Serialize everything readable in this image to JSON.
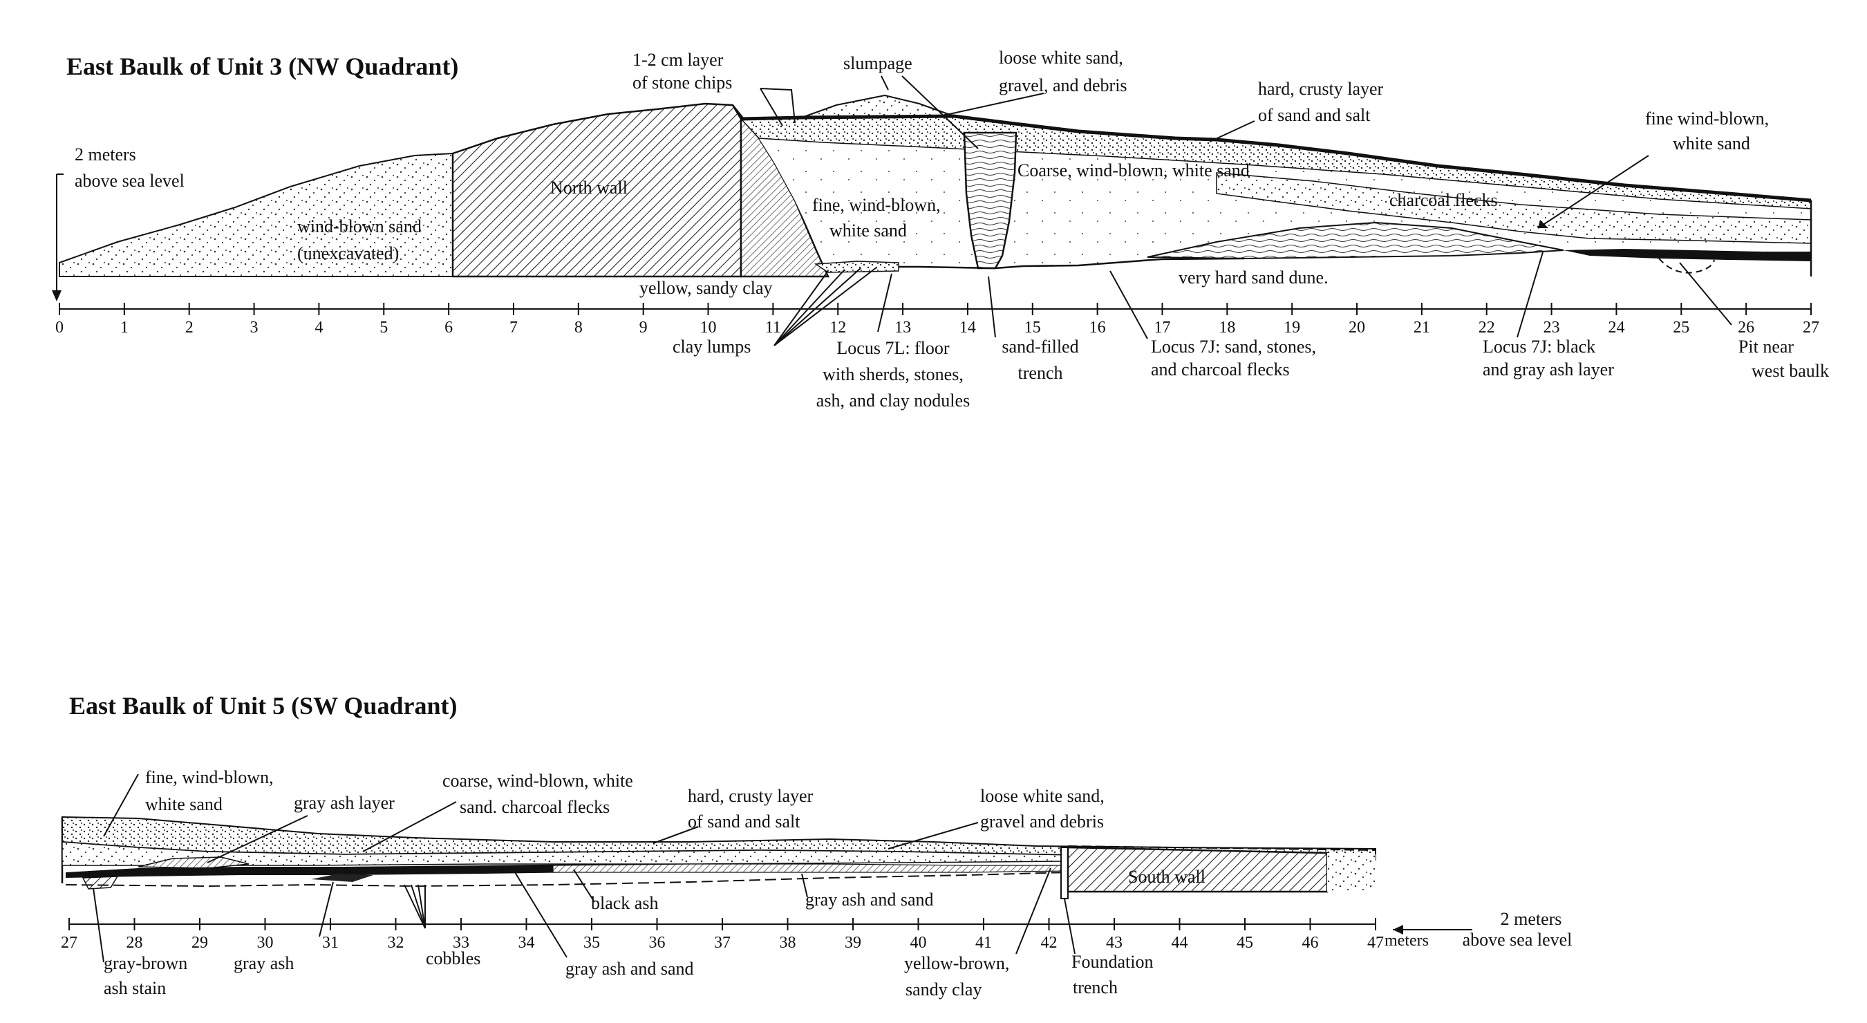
{
  "top_section": {
    "title": "East Baulk of Unit 3 (NW Quadrant)",
    "elevation_label": [
      "2 meters",
      "above sea level"
    ],
    "scale_ticks": [
      "0",
      "1",
      "2",
      "3",
      "4",
      "5",
      "6",
      "7",
      "8",
      "9",
      "10",
      "11",
      "12",
      "13",
      "14",
      "15",
      "16",
      "17",
      "18",
      "19",
      "20",
      "21",
      "22",
      "23",
      "24",
      "25",
      "26",
      "27"
    ],
    "labels": {
      "stone_chips": [
        "1-2 cm layer",
        "of stone chips"
      ],
      "slumpage": [
        "slumpage"
      ],
      "loose_sand": [
        "loose white sand,",
        "gravel, and debris"
      ],
      "crusty_layer": [
        "hard, crusty layer",
        "of sand and salt"
      ],
      "fine_sand_right": [
        "fine wind-blown,",
        "white sand"
      ],
      "north_wall": [
        "North wall"
      ],
      "coarse_sand": [
        "Coarse, wind-blown, white sand"
      ],
      "charcoal_flecks": [
        "charcoal flecks"
      ],
      "fine_sand_mid": [
        "fine, wind-blown,",
        "white sand"
      ],
      "wind_blown_sand": [
        "wind-blown sand",
        "(unexcavated)"
      ],
      "yellow_clay": [
        "yellow, sandy clay"
      ],
      "sand_dune": [
        "very hard sand dune."
      ],
      "clay_lumps": [
        "clay lumps"
      ],
      "locus_7l": [
        "Locus 7L: floor",
        "with sherds, stones,",
        "ash, and clay nodules"
      ],
      "sand_trench": [
        "sand-filled",
        "trench"
      ],
      "locus_7j_sand": [
        "Locus 7J: sand, stones,",
        "and charcoal flecks"
      ],
      "locus_7j_ash": [
        "Locus 7J: black",
        "and gray ash layer"
      ],
      "pit": [
        "Pit near",
        "west baulk"
      ]
    }
  },
  "bottom_section": {
    "title": "East Baulk of Unit 5 (SW Quadrant)",
    "scale_ticks": [
      "27",
      "28",
      "29",
      "30",
      "31",
      "32",
      "33",
      "34",
      "35",
      "36",
      "37",
      "38",
      "39",
      "40",
      "41",
      "42",
      "43",
      "44",
      "45",
      "46",
      "47"
    ],
    "meters_label": "meters",
    "elevation_label": [
      "2 meters",
      "above sea level"
    ],
    "labels": {
      "fine_sand": [
        "fine, wind-blown,",
        "white sand"
      ],
      "gray_ash_layer": [
        "gray ash layer"
      ],
      "coarse_sand": [
        "coarse, wind-blown, white",
        "sand. charcoal flecks"
      ],
      "crusty_layer": [
        "hard, crusty layer",
        "of sand and salt"
      ],
      "loose_sand": [
        "loose white sand,",
        "gravel and debris"
      ],
      "south_wall": [
        "South wall"
      ],
      "black_ash": [
        "black ash"
      ],
      "gray_ash_sand_right": [
        "gray ash and sand"
      ],
      "ash_stain": [
        "gray-brown",
        "ash stain"
      ],
      "gray_ash": [
        "gray ash"
      ],
      "cobbles": [
        "cobbles"
      ],
      "gray_ash_sand": [
        "gray ash and sand"
      ],
      "yellow_clay": [
        "yellow-brown,",
        "sandy clay"
      ],
      "foundation_trench": [
        "Foundation",
        "trench"
      ]
    }
  }
}
